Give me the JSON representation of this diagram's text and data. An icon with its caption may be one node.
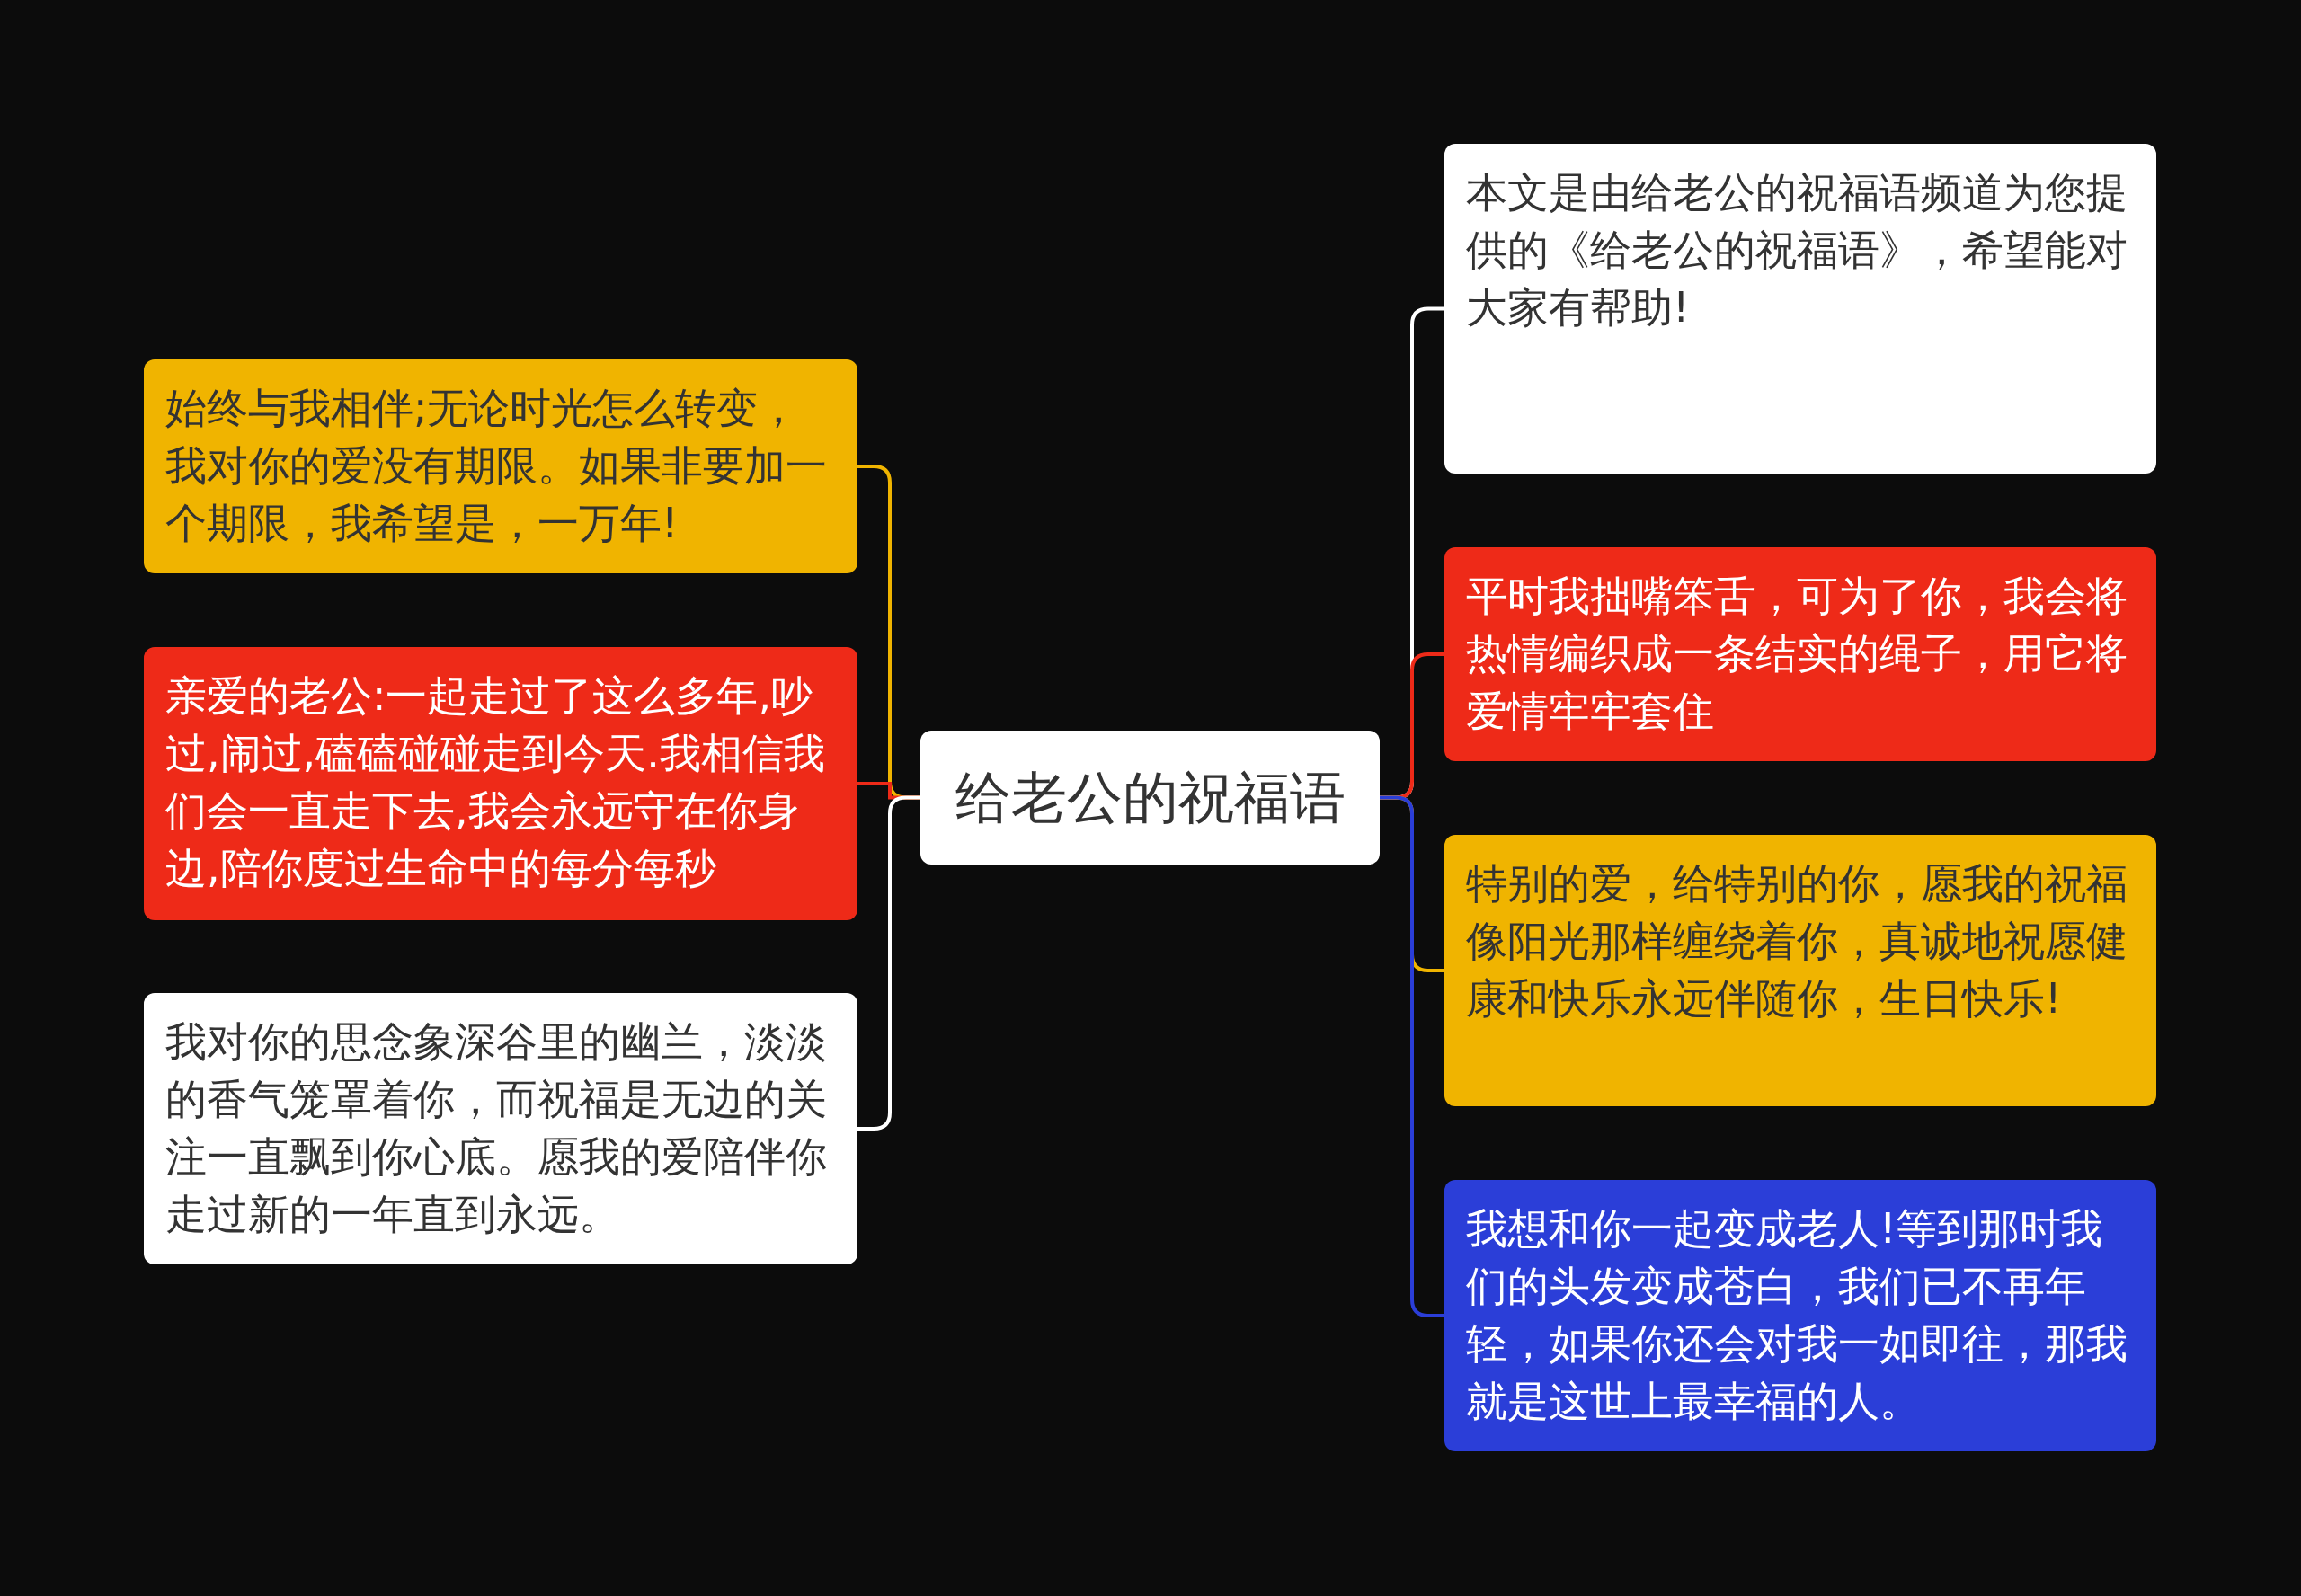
{
  "diagram": {
    "nodes": [
      {
        "text": [
          "给老公的祝福语"
        ]
      },
      {
        "text": [
          "始终与我相伴;无论时光怎么转变，我对你的爱没有期限。如果非要加一个期限，我希望是，一万年!"
        ]
      },
      {
        "text": [
          "亲爱的老公:一起走过了这么多年,吵过,闹过,磕磕碰碰走到今天.我相信我们会一直走下去,我会永远守在你身边,陪你度过生命中的每分每秒"
        ]
      },
      {
        "text": [
          "我对你的思念象深谷里的幽兰，淡淡的香气笼罩着你，而祝福是无边的关注一直飘到你心底。愿我的爱陪伴你走过新的一年直到永远。"
        ]
      },
      {
        "text": [
          "本文是由给老公的祝福语频道为您提供的《给老公的祝福语》，希望能对大家有帮助!"
        ]
      },
      {
        "text": [
          "平时我拙嘴笨舌，可为了你，我会将热情编织成一条结实的绳子，用它将爱情牢牢套住"
        ]
      },
      {
        "text": [
          "特别的爱，给特别的你，愿我的祝福像阳光那样缠绕着你，真诚地祝愿健康和快乐永远伴随你，生日快乐!"
        ]
      },
      {
        "text": [
          "我想和你一起变成老人!等到那时我们的头发变成苍白，我们已不再年轻，如果你还会对我一如即往，那我就是这世上最幸福的人。"
        ]
      }
    ],
    "edges": [
      {
        "from": 0,
        "to": 1,
        "arrow": "none",
        "color": "#f0b400"
      },
      {
        "from": 0,
        "to": 2,
        "arrow": "none",
        "color": "#ee2a18"
      },
      {
        "from": 0,
        "to": 3,
        "arrow": "none",
        "color": "#ffffff"
      },
      {
        "from": 0,
        "to": 4,
        "arrow": "none",
        "color": "#ffffff"
      },
      {
        "from": 0,
        "to": 5,
        "arrow": "none",
        "color": "#ee2a18"
      },
      {
        "from": 0,
        "to": 6,
        "arrow": "none",
        "color": "#f0b400"
      },
      {
        "from": 0,
        "to": 7,
        "arrow": "none",
        "color": "#2b3ed8"
      }
    ]
  }
}
